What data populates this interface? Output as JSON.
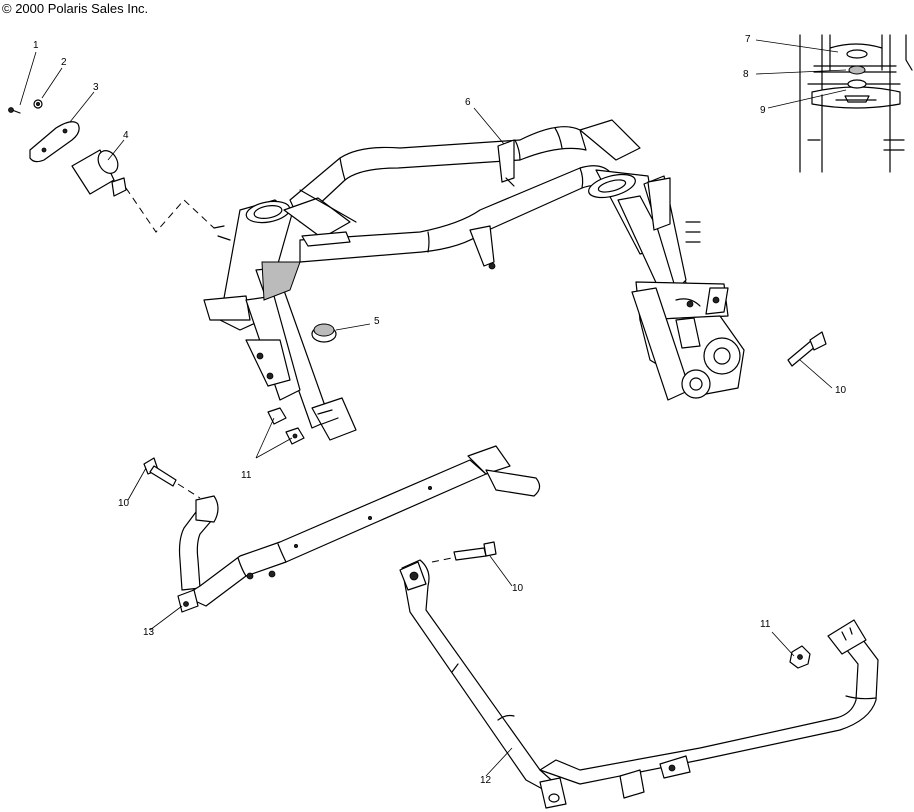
{
  "copyright": "© 2000 Polaris Sales Inc.",
  "callouts": {
    "c1": "1",
    "c2": "2",
    "c3": "3",
    "c4": "4",
    "c5": "5",
    "c6": "6",
    "c7": "7",
    "c8": "8",
    "c9": "9",
    "c10a": "10",
    "c10b": "10",
    "c10c": "10",
    "c11a": "11",
    "c11b": "11",
    "c12": "12",
    "c13": "13"
  }
}
